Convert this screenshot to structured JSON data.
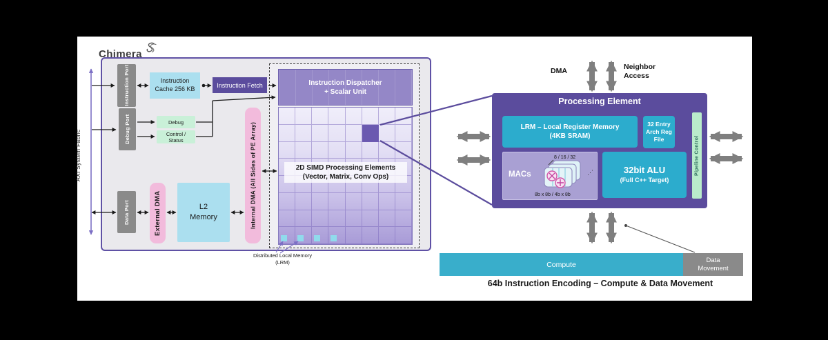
{
  "logo": {
    "text": "Chimera"
  },
  "fabric": {
    "label": "AXI System Fabric"
  },
  "soc": {
    "ports": {
      "instruction": "Instruction Port",
      "debug": "Debug Port",
      "data": "Data Port"
    },
    "instruction_cache": {
      "line1": "Instruction",
      "line2": "Cache 256 KB"
    },
    "instruction_fetch": "Instruction Fetch",
    "debug_box": "Debug",
    "control_status": {
      "line1": "Control /",
      "line2": "Status"
    },
    "external_dma": "External DMA",
    "l2": {
      "line1": "L2",
      "line2": "Memory"
    },
    "internal_dma": "Internal DMA (All Sides of PE Array)",
    "dispatcher": {
      "line1": "Instruction Dispatcher",
      "line2": "+ Scalar Unit"
    },
    "simd_label": {
      "line1": "2D SIMD Processing Elements",
      "line2": "(Vector, Matrix, Conv Ops)"
    },
    "dlm_label": {
      "line1": "Distributed Local Memory",
      "line2": "(LRM)"
    },
    "grid": {
      "rows": 8,
      "cols": 8,
      "highlight": {
        "row": 1,
        "col": 5
      },
      "lrm_cols": [
        0,
        1,
        2,
        3
      ]
    }
  },
  "pe": {
    "dma_label": "DMA",
    "neighbor_label": {
      "line1": "Neighbor",
      "line2": "Access"
    },
    "title": "Processing Element",
    "lrm": {
      "line1": "LRM – Local Register Memory",
      "line2": "(4KB SRAM)"
    },
    "arch_reg": {
      "line1": "32 Entry",
      "line2": "Arch Reg",
      "line3": "File"
    },
    "pipeline": "Pipeline Control",
    "macs": {
      "label": "MACs",
      "widths": "8 / 16 / 32",
      "precision": "8b x 8b / 4b x 8b",
      "dots": "⋰"
    },
    "alu": {
      "line1": "32bit ALU",
      "line2": "(Full C++ Target)"
    }
  },
  "encoding": {
    "compute": "Compute",
    "data_movement": {
      "line1": "Data",
      "line2": "Movement"
    },
    "caption": "64b Instruction Encoding – Compute & Data Movement"
  },
  "colors": {
    "accent_purple": "#5B4C9D",
    "dispatcher_purple": "#9487C7",
    "cyan": "#2CACCD",
    "light_blue": "#ABDFEF",
    "pink": "#F2BBDC",
    "green": "#C9F0D8",
    "port_gray": "#8A8A8A",
    "arrow_gray": "#7F7F7F",
    "grid_dark": "#A89BD7",
    "lrm_square": "#90DBEC",
    "background": "#000000",
    "panel": "#ffffff"
  }
}
